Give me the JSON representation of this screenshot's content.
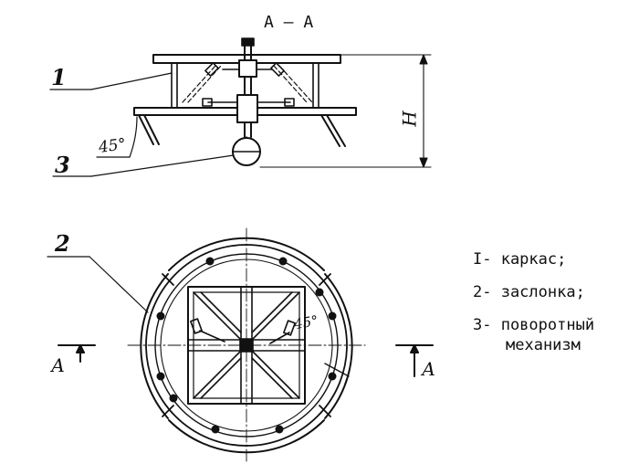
{
  "section_title": "А – А",
  "callouts": {
    "frame": "1",
    "damper": "2",
    "mechanism": "3"
  },
  "angle_label": "45°",
  "angle_label_plan": "45°",
  "height_label": "Н",
  "cut_marker_left": "А",
  "cut_marker_right": "А",
  "legend": {
    "item1": "I- каркас;",
    "item2": "2- заслонка;",
    "item3_line1": "3- поворотный",
    "item3_line2": "механизм"
  },
  "colors": {
    "ink": "#111111",
    "paper": "#ffffff"
  }
}
